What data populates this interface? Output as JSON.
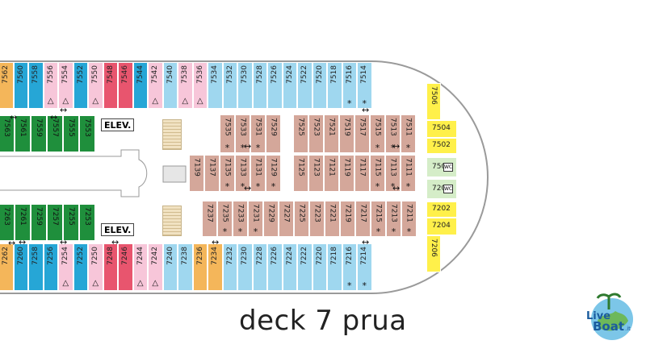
{
  "title": "deck 7 prua",
  "elevator_label": "ELEV.",
  "logo": {
    "line1": "Live",
    "line2": "Boat",
    "suffix": ".it"
  },
  "colors": {
    "blue": "#9fd7ef",
    "teal": "#26a6d6",
    "green": "#1f8f3c",
    "pink": "#f7c6d9",
    "red": "#e8556e",
    "orange": "#f4b65a",
    "tan": "#d4a79a",
    "yellow": "#fff04a",
    "light_green": "#d5edc8"
  },
  "top_outer": [
    {
      "n": "7562",
      "c": "orange"
    },
    {
      "n": "7560",
      "c": "tblue"
    },
    {
      "n": "7558",
      "c": "tblue"
    },
    {
      "n": "7556",
      "c": "pink",
      "s": "tri"
    },
    {
      "n": "7554",
      "c": "pink",
      "s": "tri"
    },
    {
      "n": "7552",
      "c": "tblue"
    },
    {
      "n": "7550",
      "c": "pink",
      "s": "tri"
    },
    {
      "n": "7548",
      "c": "red"
    },
    {
      "n": "7546",
      "c": "red"
    },
    {
      "n": "7544",
      "c": "tblue"
    },
    {
      "n": "7542",
      "c": "pink",
      "s": "tri"
    },
    {
      "n": "7540",
      "c": "blue"
    },
    {
      "n": "7538",
      "c": "pink",
      "s": "tri"
    },
    {
      "n": "7536",
      "c": "pink",
      "s": "tri"
    },
    {
      "n": "7534",
      "c": "blue"
    },
    {
      "n": "7532",
      "c": "blue"
    },
    {
      "n": "7530",
      "c": "blue"
    },
    {
      "n": "7528",
      "c": "blue"
    },
    {
      "n": "7526",
      "c": "blue"
    },
    {
      "n": "7524",
      "c": "blue"
    },
    {
      "n": "7522",
      "c": "blue"
    },
    {
      "n": "7520",
      "c": "blue"
    },
    {
      "n": "7518",
      "c": "blue"
    },
    {
      "n": "7516",
      "c": "blue",
      "s": "star"
    },
    {
      "n": "7514",
      "c": "blue",
      "s": "star"
    }
  ],
  "bottom_outer": [
    {
      "n": "7262",
      "c": "orange"
    },
    {
      "n": "7260",
      "c": "tblue"
    },
    {
      "n": "7258",
      "c": "tblue"
    },
    {
      "n": "7256",
      "c": "tblue"
    },
    {
      "n": "7254",
      "c": "pink",
      "s": "tri"
    },
    {
      "n": "7252",
      "c": "tblue"
    },
    {
      "n": "7250",
      "c": "pink",
      "s": "tri"
    },
    {
      "n": "7248",
      "c": "red"
    },
    {
      "n": "7246",
      "c": "red"
    },
    {
      "n": "7244",
      "c": "pink",
      "s": "tri"
    },
    {
      "n": "7242",
      "c": "pink",
      "s": "tri"
    },
    {
      "n": "7240",
      "c": "blue"
    },
    {
      "n": "7238",
      "c": "blue"
    },
    {
      "n": "7236",
      "c": "orange"
    },
    {
      "n": "7234",
      "c": "orange"
    },
    {
      "n": "7232",
      "c": "blue"
    },
    {
      "n": "7230",
      "c": "blue"
    },
    {
      "n": "7228",
      "c": "blue"
    },
    {
      "n": "7226",
      "c": "blue"
    },
    {
      "n": "7224",
      "c": "blue"
    },
    {
      "n": "7222",
      "c": "blue"
    },
    {
      "n": "7220",
      "c": "blue"
    },
    {
      "n": "7218",
      "c": "blue"
    },
    {
      "n": "7216",
      "c": "blue",
      "s": "star"
    },
    {
      "n": "7214",
      "c": "blue",
      "s": "star"
    }
  ],
  "green_top": [
    "7563",
    "7561",
    "7559",
    "7557",
    "7555",
    "7553"
  ],
  "green_bottom": [
    "7263",
    "7261",
    "7259",
    "7257",
    "7255",
    "7253"
  ],
  "tan_row1_left": [
    {
      "n": "7535",
      "s": true
    },
    {
      "n": "7533",
      "s": true
    },
    {
      "n": "7531",
      "s": true
    },
    {
      "n": "7529",
      "s": false
    }
  ],
  "tan_row1_right": [
    {
      "n": "7525",
      "s": false
    },
    {
      "n": "7523",
      "s": false
    },
    {
      "n": "7521",
      "s": false
    },
    {
      "n": "7519",
      "s": false
    },
    {
      "n": "7517",
      "s": false
    },
    {
      "n": "7515",
      "s": true
    },
    {
      "n": "7513",
      "s": true
    },
    {
      "n": "7511",
      "s": true
    }
  ],
  "tan_row2_left": [
    {
      "n": "7139",
      "s": false
    },
    {
      "n": "7137",
      "s": false
    },
    {
      "n": "7135",
      "s": true
    },
    {
      "n": "7133",
      "s": true
    },
    {
      "n": "7131",
      "s": true
    },
    {
      "n": "7129",
      "s": true
    }
  ],
  "tan_row2_right": [
    {
      "n": "7125",
      "s": false
    },
    {
      "n": "7123",
      "s": false
    },
    {
      "n": "7121",
      "s": false
    },
    {
      "n": "7119",
      "s": false
    },
    {
      "n": "7117",
      "s": false
    },
    {
      "n": "7115",
      "s": true
    },
    {
      "n": "7113",
      "s": true
    },
    {
      "n": "7111",
      "s": true
    }
  ],
  "tan_row3": [
    {
      "n": "7237",
      "s": false
    },
    {
      "n": "7235",
      "s": true
    },
    {
      "n": "7233",
      "s": true
    },
    {
      "n": "7231",
      "s": true
    },
    {
      "n": "7229",
      "s": false
    },
    {
      "n": "7227",
      "s": false
    },
    {
      "n": "7225",
      "s": false
    },
    {
      "n": "7223",
      "s": false
    },
    {
      "n": "7221",
      "s": false
    },
    {
      "n": "7219",
      "s": false
    },
    {
      "n": "7217",
      "s": false
    },
    {
      "n": "7215",
      "s": true
    },
    {
      "n": "7213",
      "s": true
    },
    {
      "n": "7211",
      "s": true
    }
  ],
  "bow_cabins": [
    "7506",
    "7504",
    "7502",
    "7500",
    "7200",
    "7202",
    "7204",
    "7206"
  ]
}
